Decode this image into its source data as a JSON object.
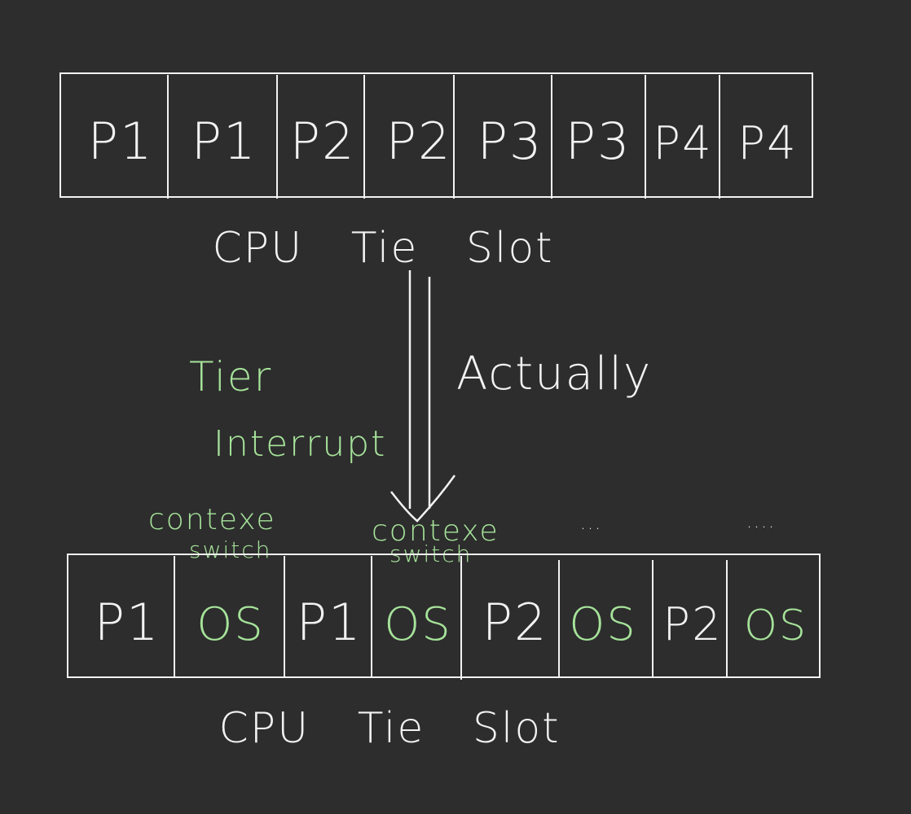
{
  "top_bar": {
    "cells": [
      "P1",
      "P1",
      "P2",
      "P2",
      "P3",
      "P3",
      "P4",
      "P4"
    ],
    "label": "CPU Tie Slot"
  },
  "arrow": {
    "label": "Actually"
  },
  "annotations": {
    "timer_interrupt": [
      "Tier",
      "Interrupt"
    ],
    "context_switch_1": [
      "contexe",
      "switch"
    ],
    "context_switch_2": [
      "contexe",
      "switch"
    ],
    "ellipsis_1": "...",
    "ellipsis_2": "...."
  },
  "bottom_bar": {
    "cells": [
      {
        "text": "P1",
        "kind": "process"
      },
      {
        "text": "OS",
        "kind": "os"
      },
      {
        "text": "P1",
        "kind": "process"
      },
      {
        "text": "OS",
        "kind": "os"
      },
      {
        "text": "P2",
        "kind": "process"
      },
      {
        "text": "OS",
        "kind": "os"
      },
      {
        "text": "P2",
        "kind": "process"
      },
      {
        "text": "OS",
        "kind": "os"
      }
    ],
    "label": "CPU Tie Slot"
  },
  "colors": {
    "background": "#2d2d2d",
    "ink": "#f2f2f2",
    "annotation": "#a6e39a"
  }
}
